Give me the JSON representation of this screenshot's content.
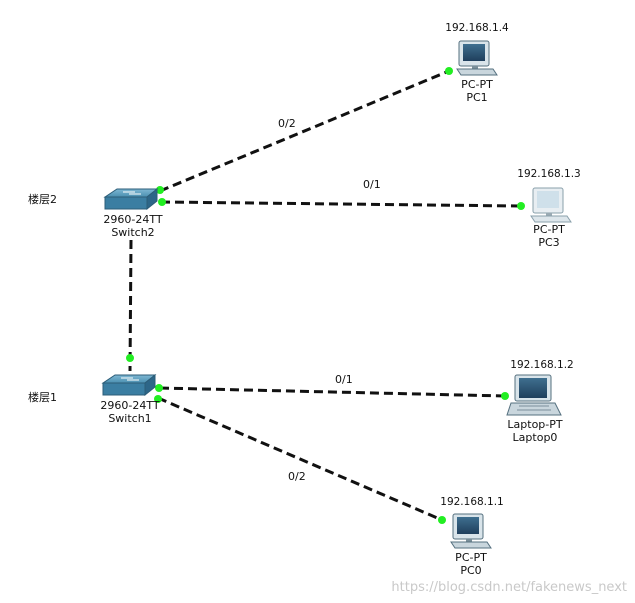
{
  "floors": {
    "floor2": "楼层2",
    "floor1": "楼层1"
  },
  "devices": {
    "switch2": {
      "model": "2960-24TT",
      "name": "Switch2"
    },
    "switch1": {
      "model": "2960-24TT",
      "name": "Switch1"
    },
    "pc1": {
      "ip": "192.168.1.4",
      "type": "PC-PT",
      "name": "PC1"
    },
    "pc3": {
      "ip": "192.168.1.3",
      "type": "PC-PT",
      "name": "PC3"
    },
    "laptop0": {
      "ip": "192.168.1.2",
      "type": "Laptop-PT",
      "name": "Laptop0"
    },
    "pc0": {
      "ip": "192.168.1.1",
      "type": "PC-PT",
      "name": "PC0"
    }
  },
  "ports": {
    "sw2_pc1": "0/2",
    "sw2_pc3": "0/1",
    "sw1_laptop0": "0/1",
    "sw1_pc0": "0/2"
  },
  "watermark": "https://blog.csdn.net/fakenews_next",
  "colors": {
    "link": "#111111",
    "link_light": "#22ee22",
    "switch": "#4a8fb0"
  }
}
